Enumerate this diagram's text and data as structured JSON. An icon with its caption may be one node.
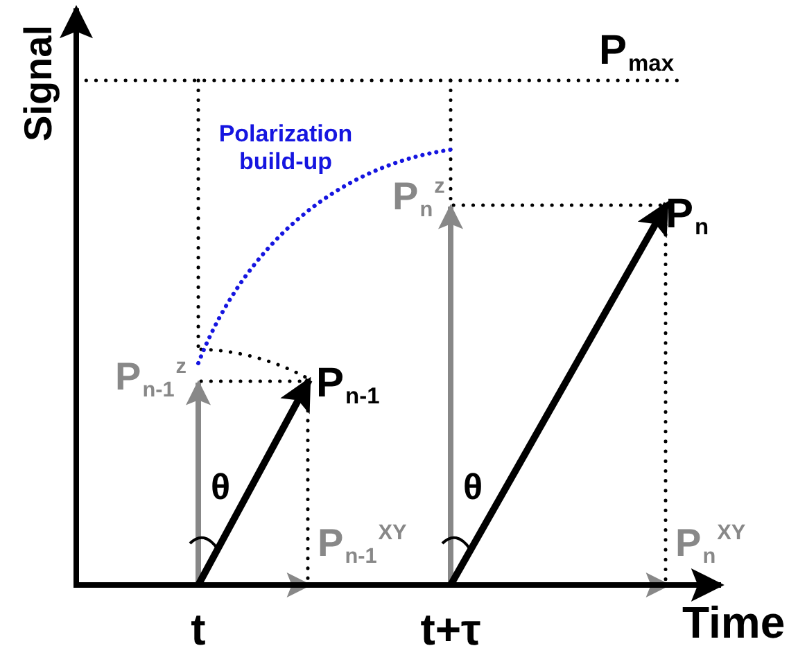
{
  "diagram": {
    "labels": [
      "Signal",
      "P$_{max}$",
      "Polarization build-up",
      "P$_{n}$$^{z}$",
      "P$_{n}$",
      "P$_{n-1}$$^{z}$",
      "P$_{n-1}$",
      "θ",
      "P$_{n-1}$$^{XY}$",
      "θ",
      "P$_{n}$$^{XY}$",
      "t",
      "t+τ",
      "Time"
    ]
  }
}
